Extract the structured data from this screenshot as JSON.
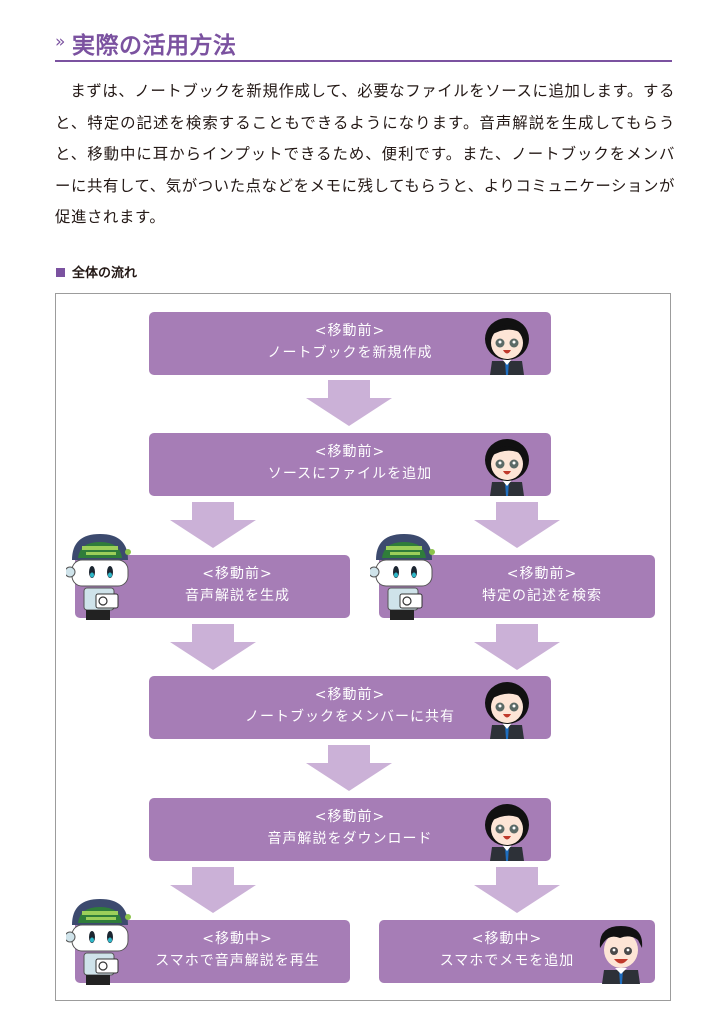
{
  "section": {
    "chevron": "»",
    "title": "実際の活用方法"
  },
  "paragraph": "まずは、ノートブックを新規作成して、必要なファイルをソースに追加します。すると、特定の記述を検索することもできるようになります。音声解説を生成してもらうと、移動中に耳からインプットできるため、便利です。また、ノートブックをメンバーに共有して、気がついた点などをメモに残してもらうと、よりコミュニケーションが促進されます。",
  "flow": {
    "heading": "全体の流れ",
    "steps": [
      {
        "phase": "<移動前>",
        "action": "ノートブックを新規作成",
        "character": "woman-icon"
      },
      {
        "phase": "<移動前>",
        "action": "ソースにファイルを追加",
        "character": "woman-icon"
      },
      {
        "phase": "<移動前>",
        "action": "音声解説を生成",
        "character": "robot-icon"
      },
      {
        "phase": "<移動前>",
        "action": "特定の記述を検索",
        "character": "robot-icon"
      },
      {
        "phase": "<移動前>",
        "action": "ノートブックをメンバーに共有",
        "character": "woman-icon"
      },
      {
        "phase": "<移動前>",
        "action": "音声解説をダウンロード",
        "character": "woman-icon"
      },
      {
        "phase": "<移動中>",
        "action": "スマホで音声解説を再生",
        "character": "robot-icon"
      },
      {
        "phase": "<移動中>",
        "action": "スマホでメモを追加",
        "character": "man-icon"
      }
    ]
  },
  "colors": {
    "accent": "#7b52a0",
    "box": "#a67db6",
    "arrow": "#cbb1d7"
  }
}
